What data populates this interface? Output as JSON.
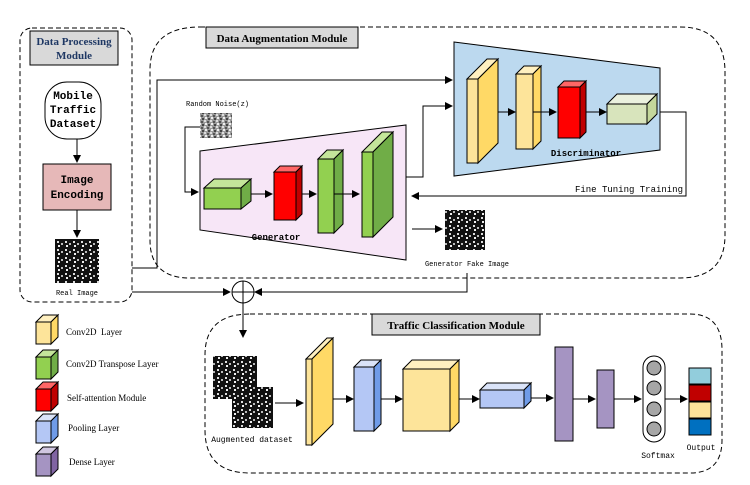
{
  "modules": {
    "processing": {
      "title_line1": "Data Processing",
      "title_line2": "Module"
    },
    "augmentation": {
      "title": "Data Augmentation Module"
    },
    "classification": {
      "title": "Traffic Classification Module"
    }
  },
  "processing": {
    "dataset_line1": "Mobile",
    "dataset_line2": "Traffic",
    "dataset_line3": "Dataset",
    "encoding_line1": "Image",
    "encoding_line2": "Encoding",
    "real_image_label": "Real Image"
  },
  "augmentation": {
    "noise_label": "Random Noise(z)",
    "generator_label": "Generator",
    "discriminator_label": "Discriminator",
    "fine_tuning_label": "Fine Tuning Training",
    "fake_image_label": "Generator Fake Image"
  },
  "classification": {
    "dataset_label": "Augmented dataset",
    "softmax_label": "Softmax",
    "output_label": "Output"
  },
  "legend": [
    {
      "label": "Conv2D  Layer",
      "color": "#fde49a"
    },
    {
      "label": "Conv2D Transpose Layer",
      "color": "#92d050"
    },
    {
      "label": "Self-attention Module",
      "color": "#ff0000"
    },
    {
      "label": "Pooling Layer",
      "color": "#b4c7f5"
    },
    {
      "label": "Dense Layer",
      "color": "#a594c2"
    }
  ],
  "colors": {
    "generator_bg": "#f7e6f7",
    "discriminator_bg": "#bcd9ef",
    "encoding_bg": "#e6b8b8",
    "title_bg": "#d9d9d9",
    "output_classes": [
      "#92cddc",
      "#c00000",
      "#fde49a",
      "#0070c0"
    ]
  }
}
